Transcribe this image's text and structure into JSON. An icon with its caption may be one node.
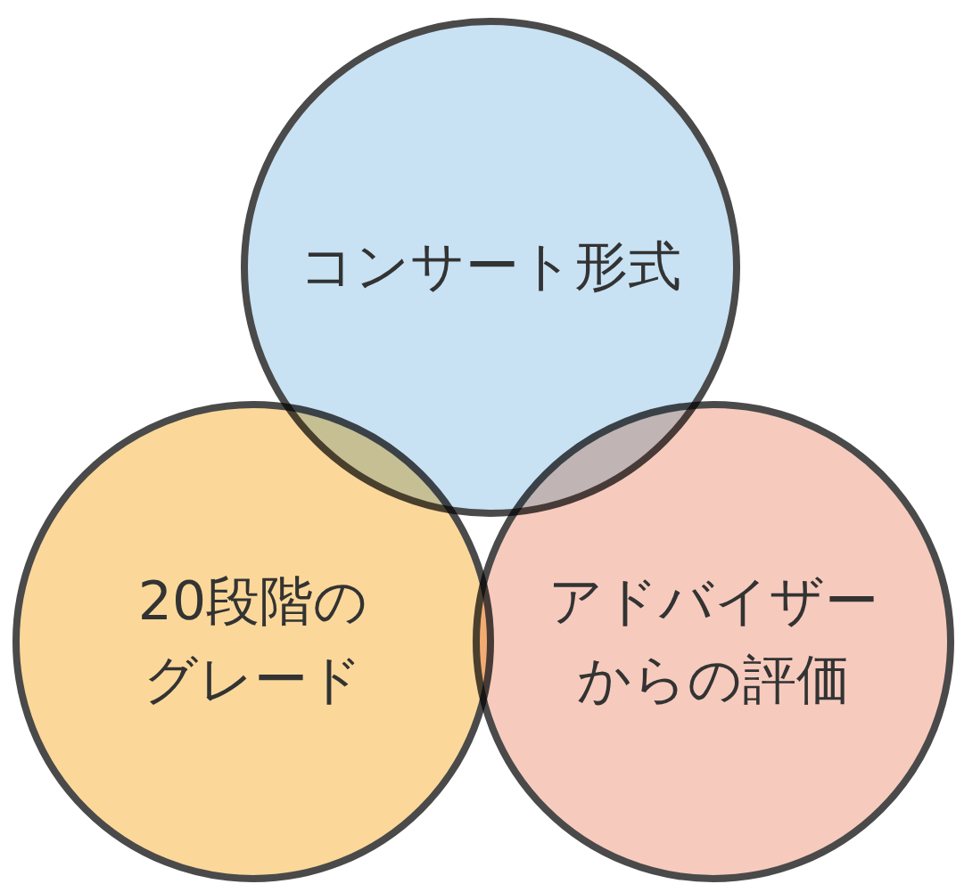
{
  "diagram": {
    "nodes": [
      {
        "text": [
          "コンサート形式"
        ]
      },
      {
        "text": [
          "20段階のグレード"
        ]
      },
      {
        "text": [
          "アドバイザーからの評価"
        ]
      }
    ],
    "edges": []
  }
}
